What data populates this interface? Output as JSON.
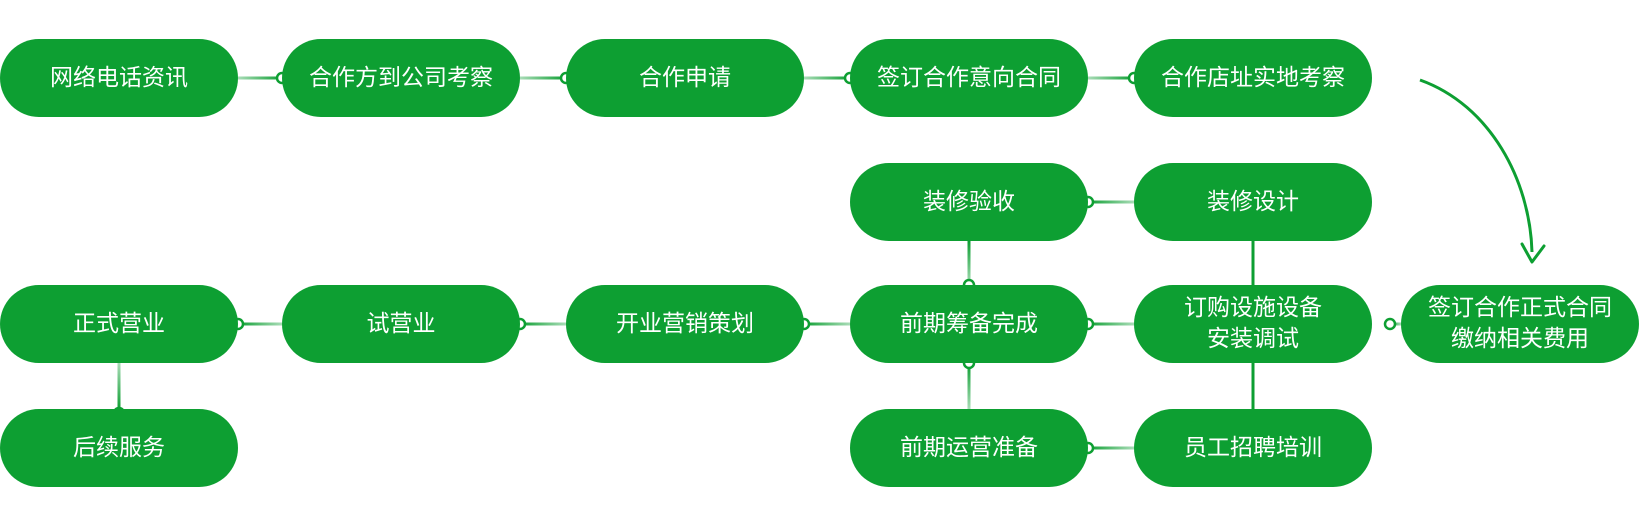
{
  "colors": {
    "node_fill": "#0d9f32",
    "node_text": "#ffffff",
    "connector_solid": "#0d9f32",
    "connector_fade": "#a9dcb7",
    "dot_fill": "#ffffff",
    "arrow": "#0d9f32"
  },
  "nodes": [
    {
      "id": "network-phone-inquiry",
      "label": "网络电话资讯"
    },
    {
      "id": "visit-company",
      "label": "合作方到公司考察"
    },
    {
      "id": "apply",
      "label": "合作申请"
    },
    {
      "id": "intent-contract",
      "label": "签订合作意向合同"
    },
    {
      "id": "site-inspection",
      "label": "合作店址实地考察"
    },
    {
      "id": "decoration-acceptance",
      "label": "装修验收"
    },
    {
      "id": "decoration-design",
      "label": "装修设计"
    },
    {
      "id": "formal-opening",
      "label": "正式营业"
    },
    {
      "id": "trial-opening",
      "label": "试营业"
    },
    {
      "id": "marketing-plan",
      "label": "开业营销策划"
    },
    {
      "id": "preparation-complete",
      "label": "前期筹备完成"
    },
    {
      "id": "equipment-purchase",
      "label": "订购设施设备\n安装调试"
    },
    {
      "id": "formal-contract",
      "label": "签订合作正式合同\n缴纳相关费用"
    },
    {
      "id": "after-sales",
      "label": "后续服务"
    },
    {
      "id": "pre-operation",
      "label": "前期运营准备"
    },
    {
      "id": "staff-training",
      "label": "员工招聘培训"
    }
  ]
}
